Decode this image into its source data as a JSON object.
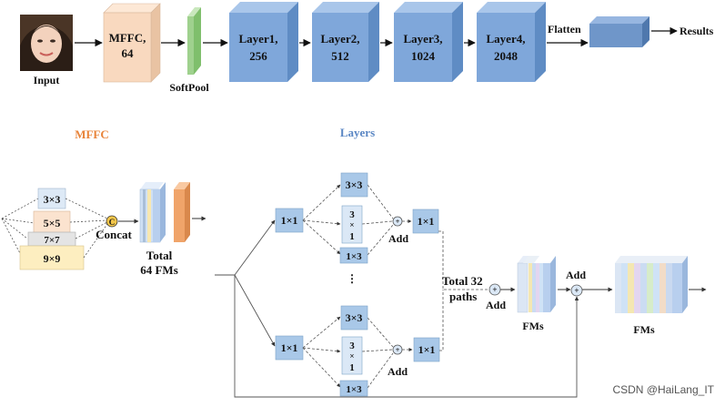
{
  "colors": {
    "mffc": "#f9d9bf",
    "softpool": "#9fd18e",
    "layer": "#7fa7da",
    "flatten": "#6f96c9",
    "small_box": "#a9c8e8",
    "mffc_title": "#e8843a",
    "layers_title": "#5b87c4",
    "orange_fm": "#f0a46a"
  },
  "top_row": {
    "input_label": "Input",
    "mffc": {
      "line1": "MFFC,",
      "line2": "64"
    },
    "softpool_label": "SoftPool",
    "layer1": {
      "line1": "Layer1,",
      "line2": "256"
    },
    "layer2": {
      "line1": "Layer2,",
      "line2": "512"
    },
    "layer3": {
      "line1": "Layer3,",
      "line2": "1024"
    },
    "layer4": {
      "line1": "Layer4,",
      "line2": "2048"
    },
    "flatten_label": "Flatten",
    "results_label": "Results"
  },
  "mffc_section": {
    "title": "MFFC",
    "kernels": [
      "3×3",
      "5×5",
      "7×7",
      "9×9"
    ],
    "concat_symbol": "C",
    "concat_label": "Concat",
    "total_line1": "Total",
    "total_line2": "64 FMs"
  },
  "layers_section": {
    "title": "Layers",
    "top_path": {
      "in_conv": "1×1",
      "branch_a": "3×3",
      "branch_b": [
        "3",
        "×",
        "1"
      ],
      "branch_c": "1×3",
      "add_label": "Add",
      "out_conv": "1×1"
    },
    "ellipsis": "⋮",
    "bottom_path": {
      "in_conv": "1×1",
      "branch_a": "3×3",
      "branch_b": [
        "3",
        "×",
        "1"
      ],
      "branch_c": "1×3",
      "add_label": "Add",
      "out_conv": "1×1"
    },
    "total_line1": "Total 32",
    "total_line2": "paths",
    "add_label_1": "Add",
    "fms_label_1": "FMs",
    "add_label_2": "Add",
    "fms_label_2": "FMs",
    "plus_symbol": "+"
  },
  "watermark": "CSDN @HaiLang_IT"
}
